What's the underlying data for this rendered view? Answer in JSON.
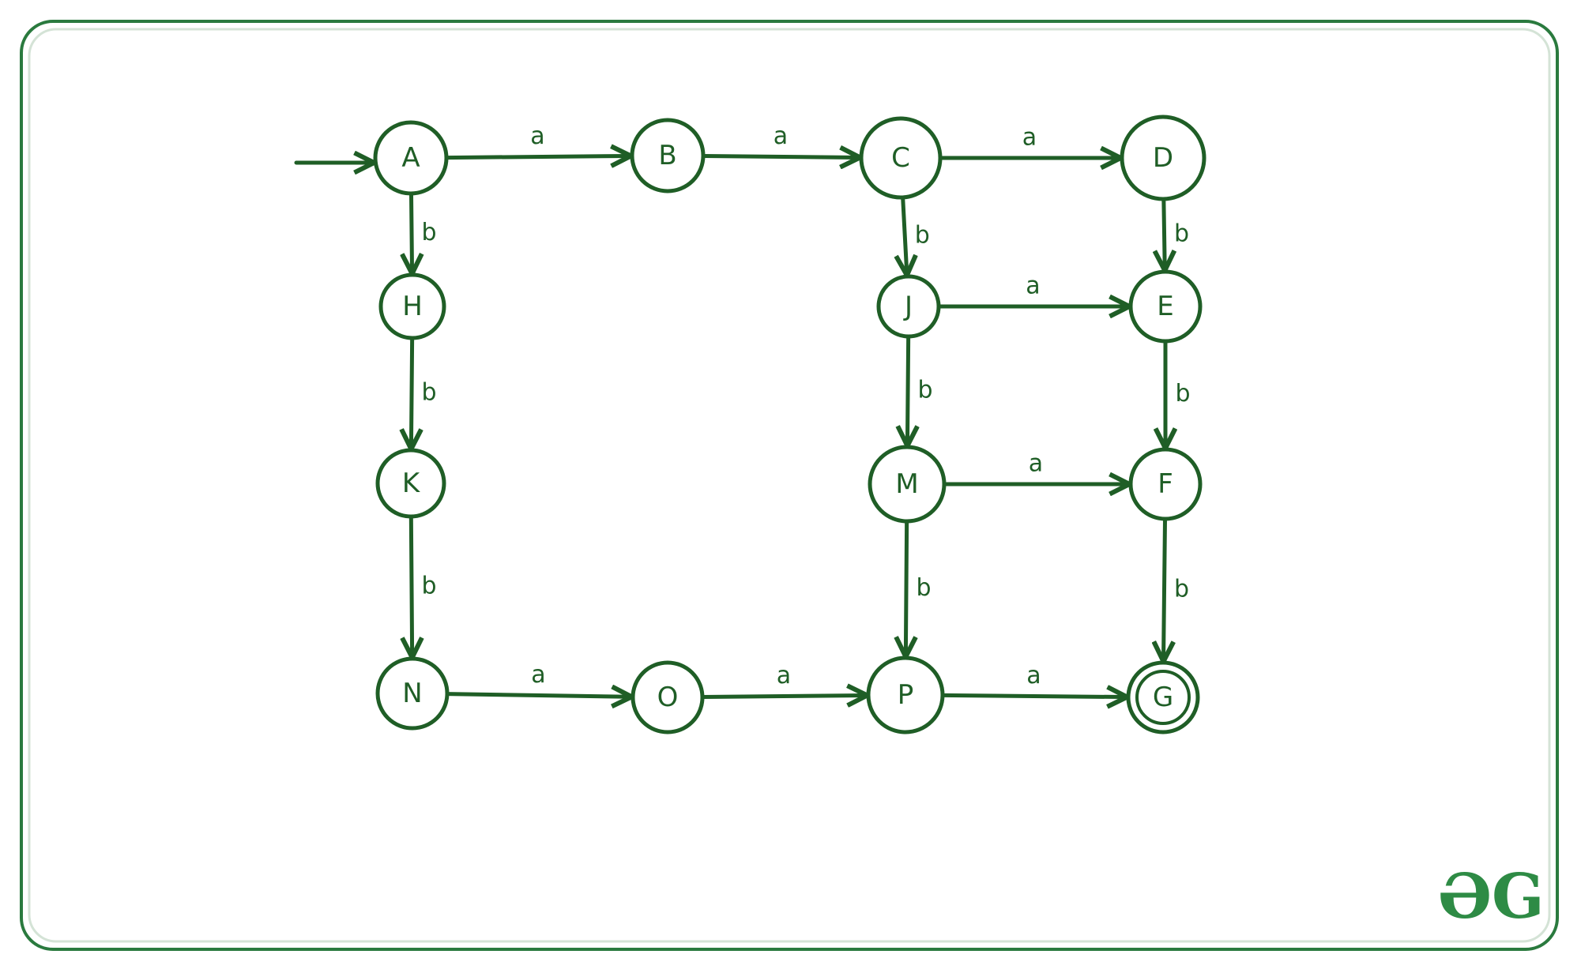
{
  "diagram": {
    "states": [
      {
        "id": "A",
        "label": "A",
        "start": true
      },
      {
        "id": "B",
        "label": "B"
      },
      {
        "id": "C",
        "label": "C"
      },
      {
        "id": "D",
        "label": "D"
      },
      {
        "id": "H",
        "label": "H"
      },
      {
        "id": "J",
        "label": "J"
      },
      {
        "id": "E",
        "label": "E"
      },
      {
        "id": "K",
        "label": "K"
      },
      {
        "id": "M",
        "label": "M"
      },
      {
        "id": "F",
        "label": "F"
      },
      {
        "id": "N",
        "label": "N"
      },
      {
        "id": "O",
        "label": "O"
      },
      {
        "id": "P",
        "label": "P"
      },
      {
        "id": "G",
        "label": "G",
        "accept": true
      }
    ],
    "transitions": [
      {
        "from": "A",
        "to": "B",
        "label": "a"
      },
      {
        "from": "B",
        "to": "C",
        "label": "a"
      },
      {
        "from": "C",
        "to": "D",
        "label": "a"
      },
      {
        "from": "A",
        "to": "H",
        "label": "b"
      },
      {
        "from": "C",
        "to": "J",
        "label": "b"
      },
      {
        "from": "D",
        "to": "E",
        "label": "b"
      },
      {
        "from": "J",
        "to": "E",
        "label": "a"
      },
      {
        "from": "H",
        "to": "K",
        "label": "b"
      },
      {
        "from": "J",
        "to": "M",
        "label": "b"
      },
      {
        "from": "E",
        "to": "F",
        "label": "b"
      },
      {
        "from": "M",
        "to": "F",
        "label": "a"
      },
      {
        "from": "K",
        "to": "N",
        "label": "b"
      },
      {
        "from": "M",
        "to": "P",
        "label": "b"
      },
      {
        "from": "F",
        "to": "G",
        "label": "b"
      },
      {
        "from": "N",
        "to": "O",
        "label": "a"
      },
      {
        "from": "O",
        "to": "P",
        "label": "a"
      },
      {
        "from": "P",
        "to": "G",
        "label": "a"
      }
    ]
  },
  "logo": {
    "text": "ƏG",
    "color": "#2e8b45"
  },
  "colors": {
    "stroke": "#1f5e26",
    "frame": "#2a7a3e"
  }
}
